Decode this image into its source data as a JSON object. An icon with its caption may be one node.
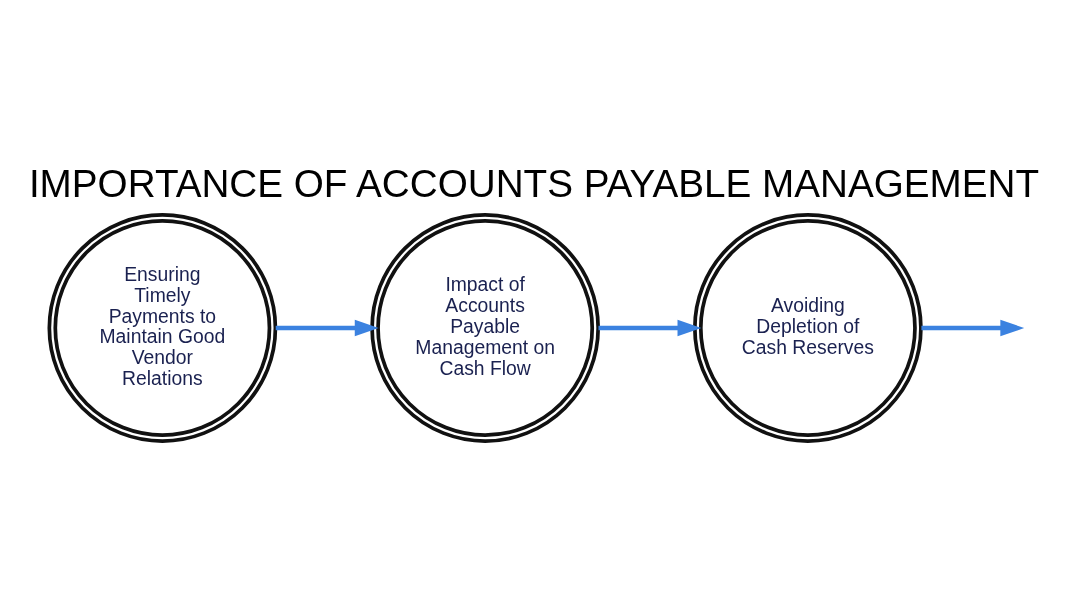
{
  "diagram": {
    "title": "IMPORTANCE OF ACCOUNTS PAYABLE MANAGEMENT",
    "nodes": [
      {
        "text": [
          "Ensuring Timely Payments to Maintain Good Vendor Relations"
        ]
      },
      {
        "text": [
          "Impact of Accounts Payable Management on Cash Flow"
        ]
      },
      {
        "text": [
          "Avoiding Depletion of Cash Reserves"
        ]
      }
    ],
    "edges": [
      {
        "from": 0,
        "to": 1,
        "arrow": "to"
      },
      {
        "from": 1,
        "to": 2,
        "arrow": "to"
      },
      {
        "from": 2,
        "to": null,
        "arrow": "to"
      }
    ]
  }
}
